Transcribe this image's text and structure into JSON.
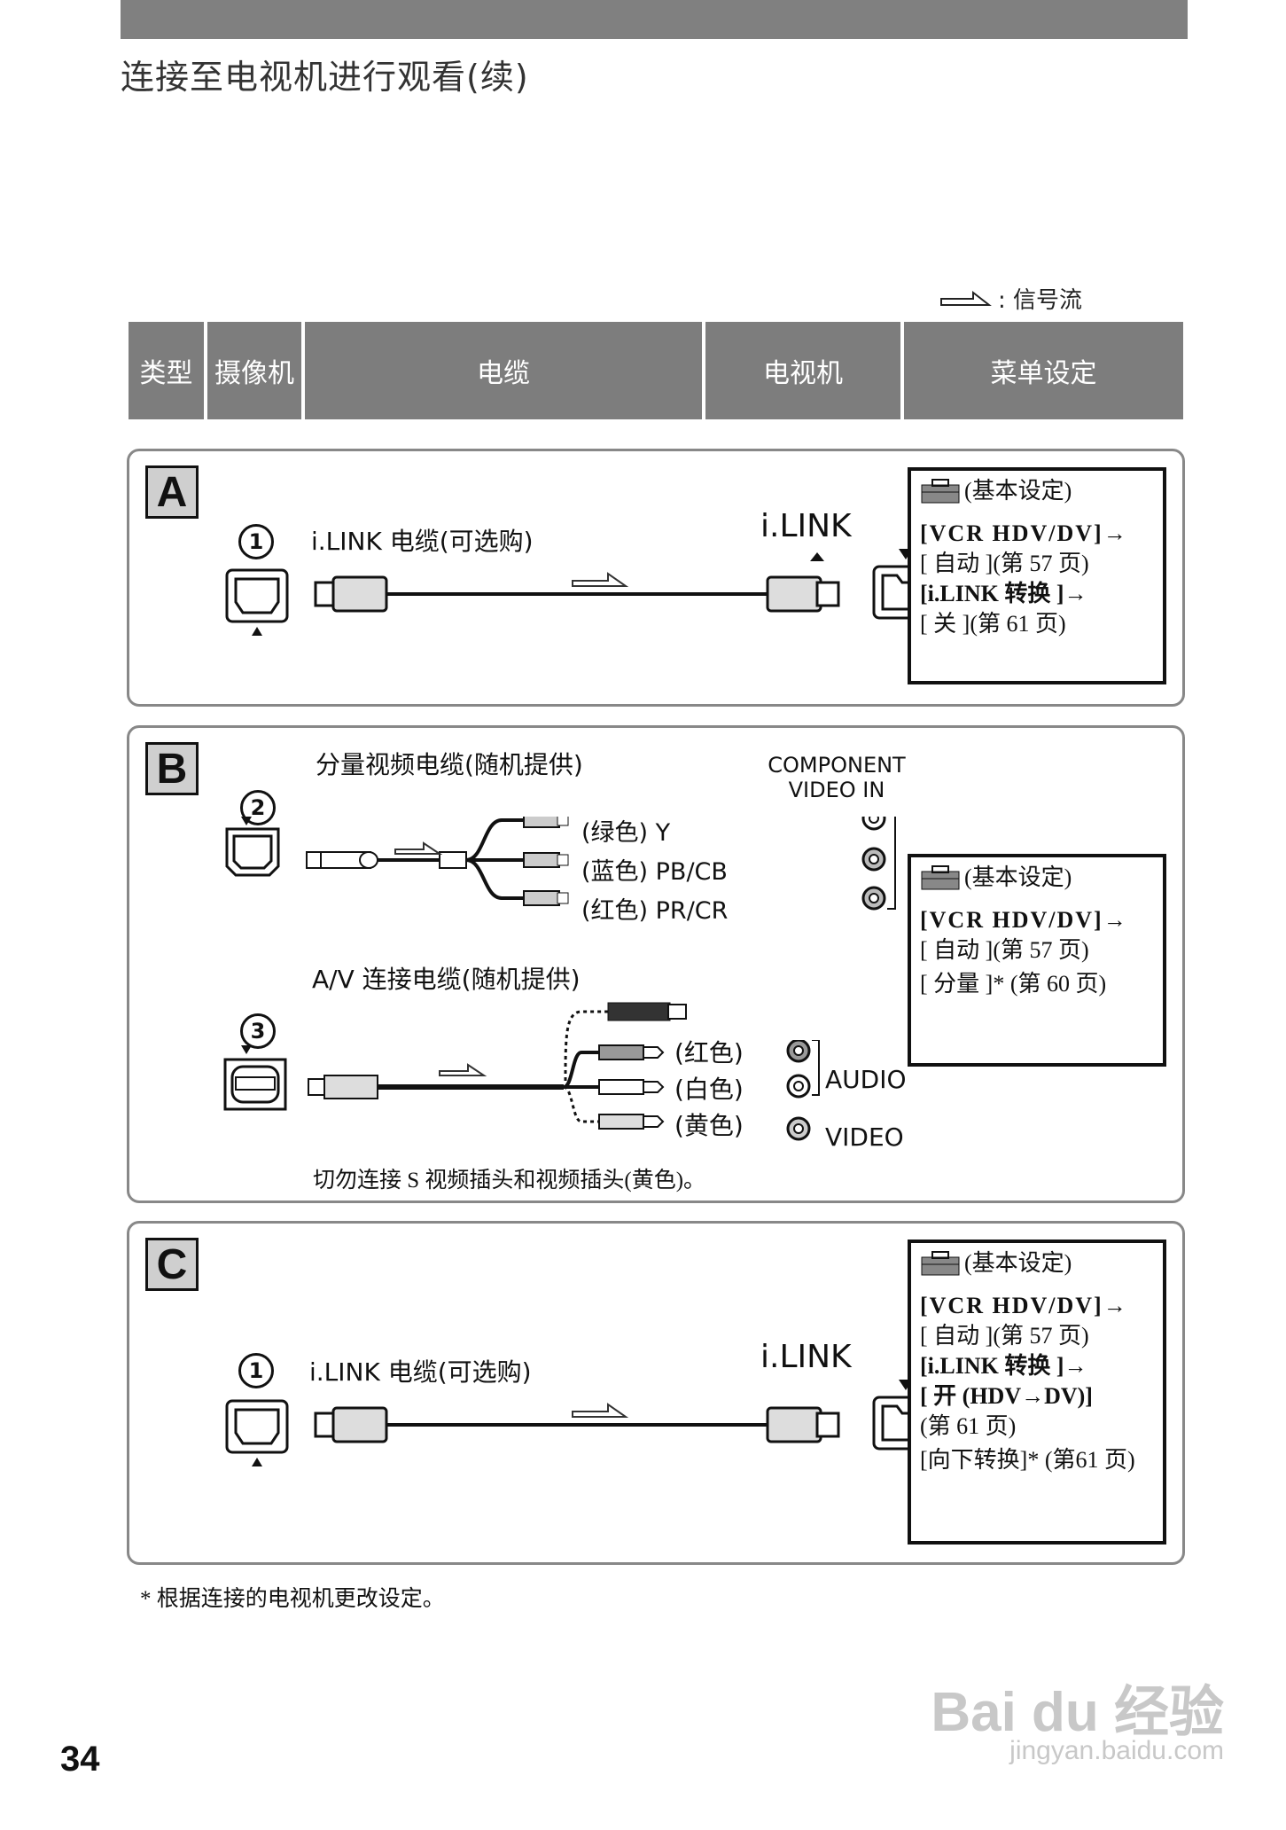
{
  "page": {
    "title": "连接至电视机进行观看(续)",
    "legend_label": ": 信号流",
    "page_number": "34",
    "footnote": "*  根据连接的电视机更改设定。",
    "watermark_main": "Bai du 经验",
    "watermark_sub": "jingyan.baidu.com"
  },
  "header": {
    "type": "类型",
    "camera": "摄像机",
    "cable": "电缆",
    "tv": "电视机",
    "menu": "菜单设定"
  },
  "panel_a": {
    "letter": "A",
    "num": "1",
    "cable_label": "i.LINK 电缆(可选购)",
    "tv_label": "i.LINK",
    "menu_head": "(基本设定)",
    "menu_l1": "[VCR HDV/DV]→",
    "menu_l2": "[ 自动 ](第 57 页)",
    "menu_l3": "[i.LINK 转换 ]→",
    "menu_l4": "[ 关 ](第 61 页)"
  },
  "panel_b": {
    "letter": "B",
    "num1": "2",
    "num2": "3",
    "cable1_label": "分量视频电缆(随机提供)",
    "tv1_label_l1": "COMPONENT",
    "tv1_label_l2": "VIDEO IN",
    "plug_green": "(绿色) Y",
    "plug_blue": "(蓝色) PB/CB",
    "plug_red": "(红色) PR/CR",
    "cable2_label": "A/V 连接电缆(随机提供)",
    "av_red": "(红色)",
    "av_white": "(白色)",
    "av_yellow": "(黄色)",
    "audio": "AUDIO",
    "video": "VIDEO",
    "warning": "切勿连接 S 视频插头和视频插头(黄色)。",
    "menu_head": "(基本设定)",
    "menu_l1": "[VCR HDV/DV]→",
    "menu_l2": "[ 自动 ](第 57 页)",
    "menu_l3": "[ 分量 ]* (第 60 页)"
  },
  "panel_c": {
    "letter": "C",
    "num": "1",
    "cable_label": "i.LINK 电缆(可选购)",
    "tv_label": "i.LINK",
    "menu_head": "(基本设定)",
    "menu_l1": "[VCR HDV/DV]→",
    "menu_l2": "[ 自动 ](第 57 页)",
    "menu_l3": "[i.LINK 转换 ]→",
    "menu_l4": "[ 开 (HDV→DV)]",
    "menu_l5": "(第 61 页)",
    "menu_l6": "[向下转换]* (第61 页)"
  }
}
